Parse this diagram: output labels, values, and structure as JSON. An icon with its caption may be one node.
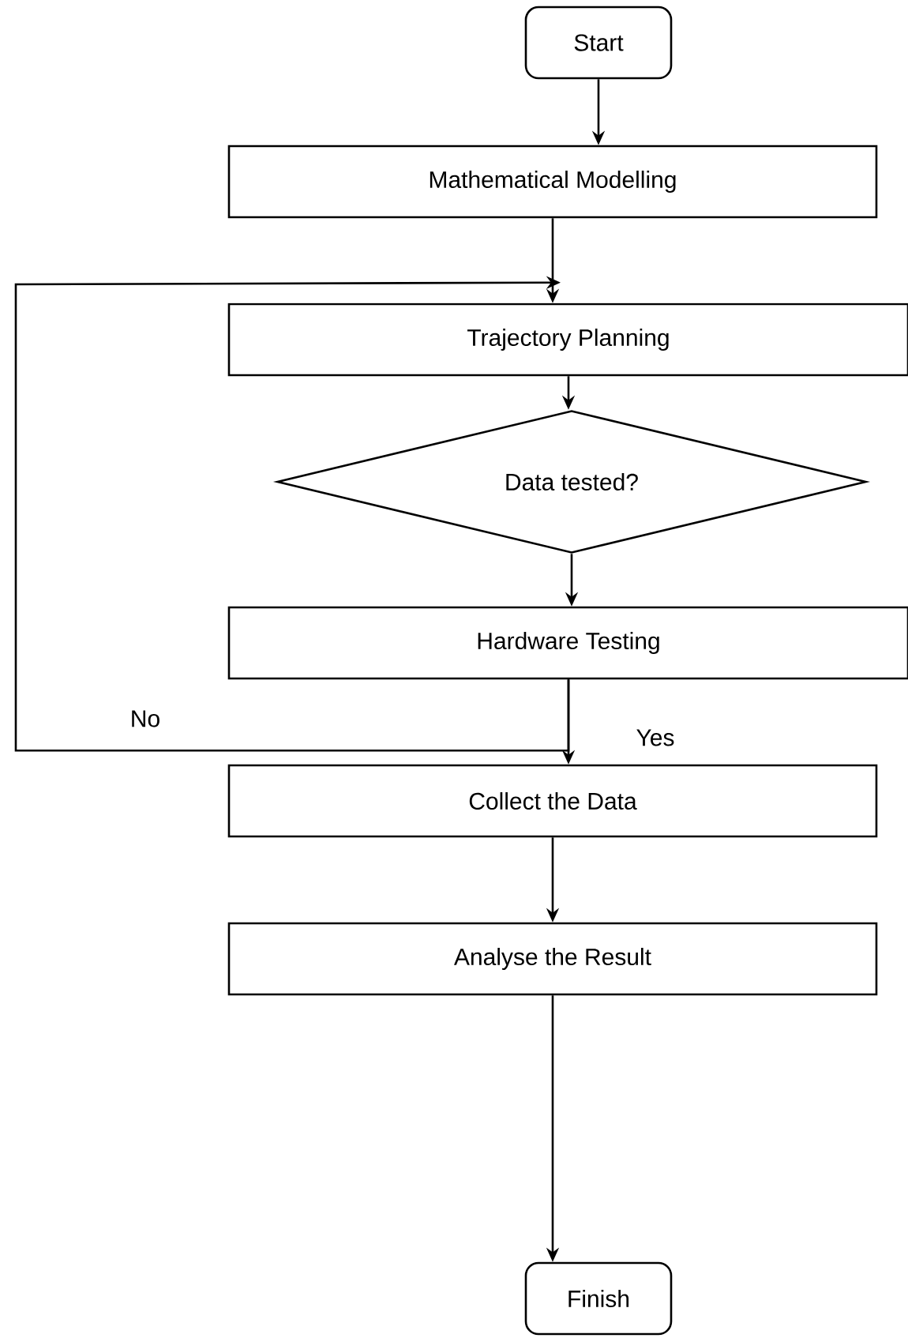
{
  "diagram": {
    "nodes": [
      {
        "text": [
          "Start"
        ]
      },
      {
        "text": [
          "Mathematical Modelling"
        ]
      },
      {
        "text": [
          "Trajectory Planning"
        ]
      },
      {
        "text": [
          "Data tested?"
        ]
      },
      {
        "text": [
          "Hardware Testing"
        ]
      },
      {
        "text": [
          "Collect the Data"
        ]
      },
      {
        "text": [
          "Analyse the Result"
        ]
      },
      {
        "text": [
          "Finish"
        ]
      }
    ],
    "edges": [
      {
        "from": 0,
        "to": 1,
        "arrow": "to"
      },
      {
        "from": 1,
        "to": 2,
        "arrow": "to"
      },
      {
        "from": 2,
        "to": 3,
        "arrow": "to"
      },
      {
        "from": 3,
        "to": 4,
        "arrow": "to"
      },
      {
        "from": 4,
        "to": 5,
        "arrow": "to",
        "label": "Yes"
      },
      {
        "from": 4,
        "to": 2,
        "arrow": "to",
        "label": "No"
      },
      {
        "from": 5,
        "to": 6,
        "arrow": "to"
      },
      {
        "from": 6,
        "to": 7,
        "arrow": "to"
      }
    ]
  }
}
